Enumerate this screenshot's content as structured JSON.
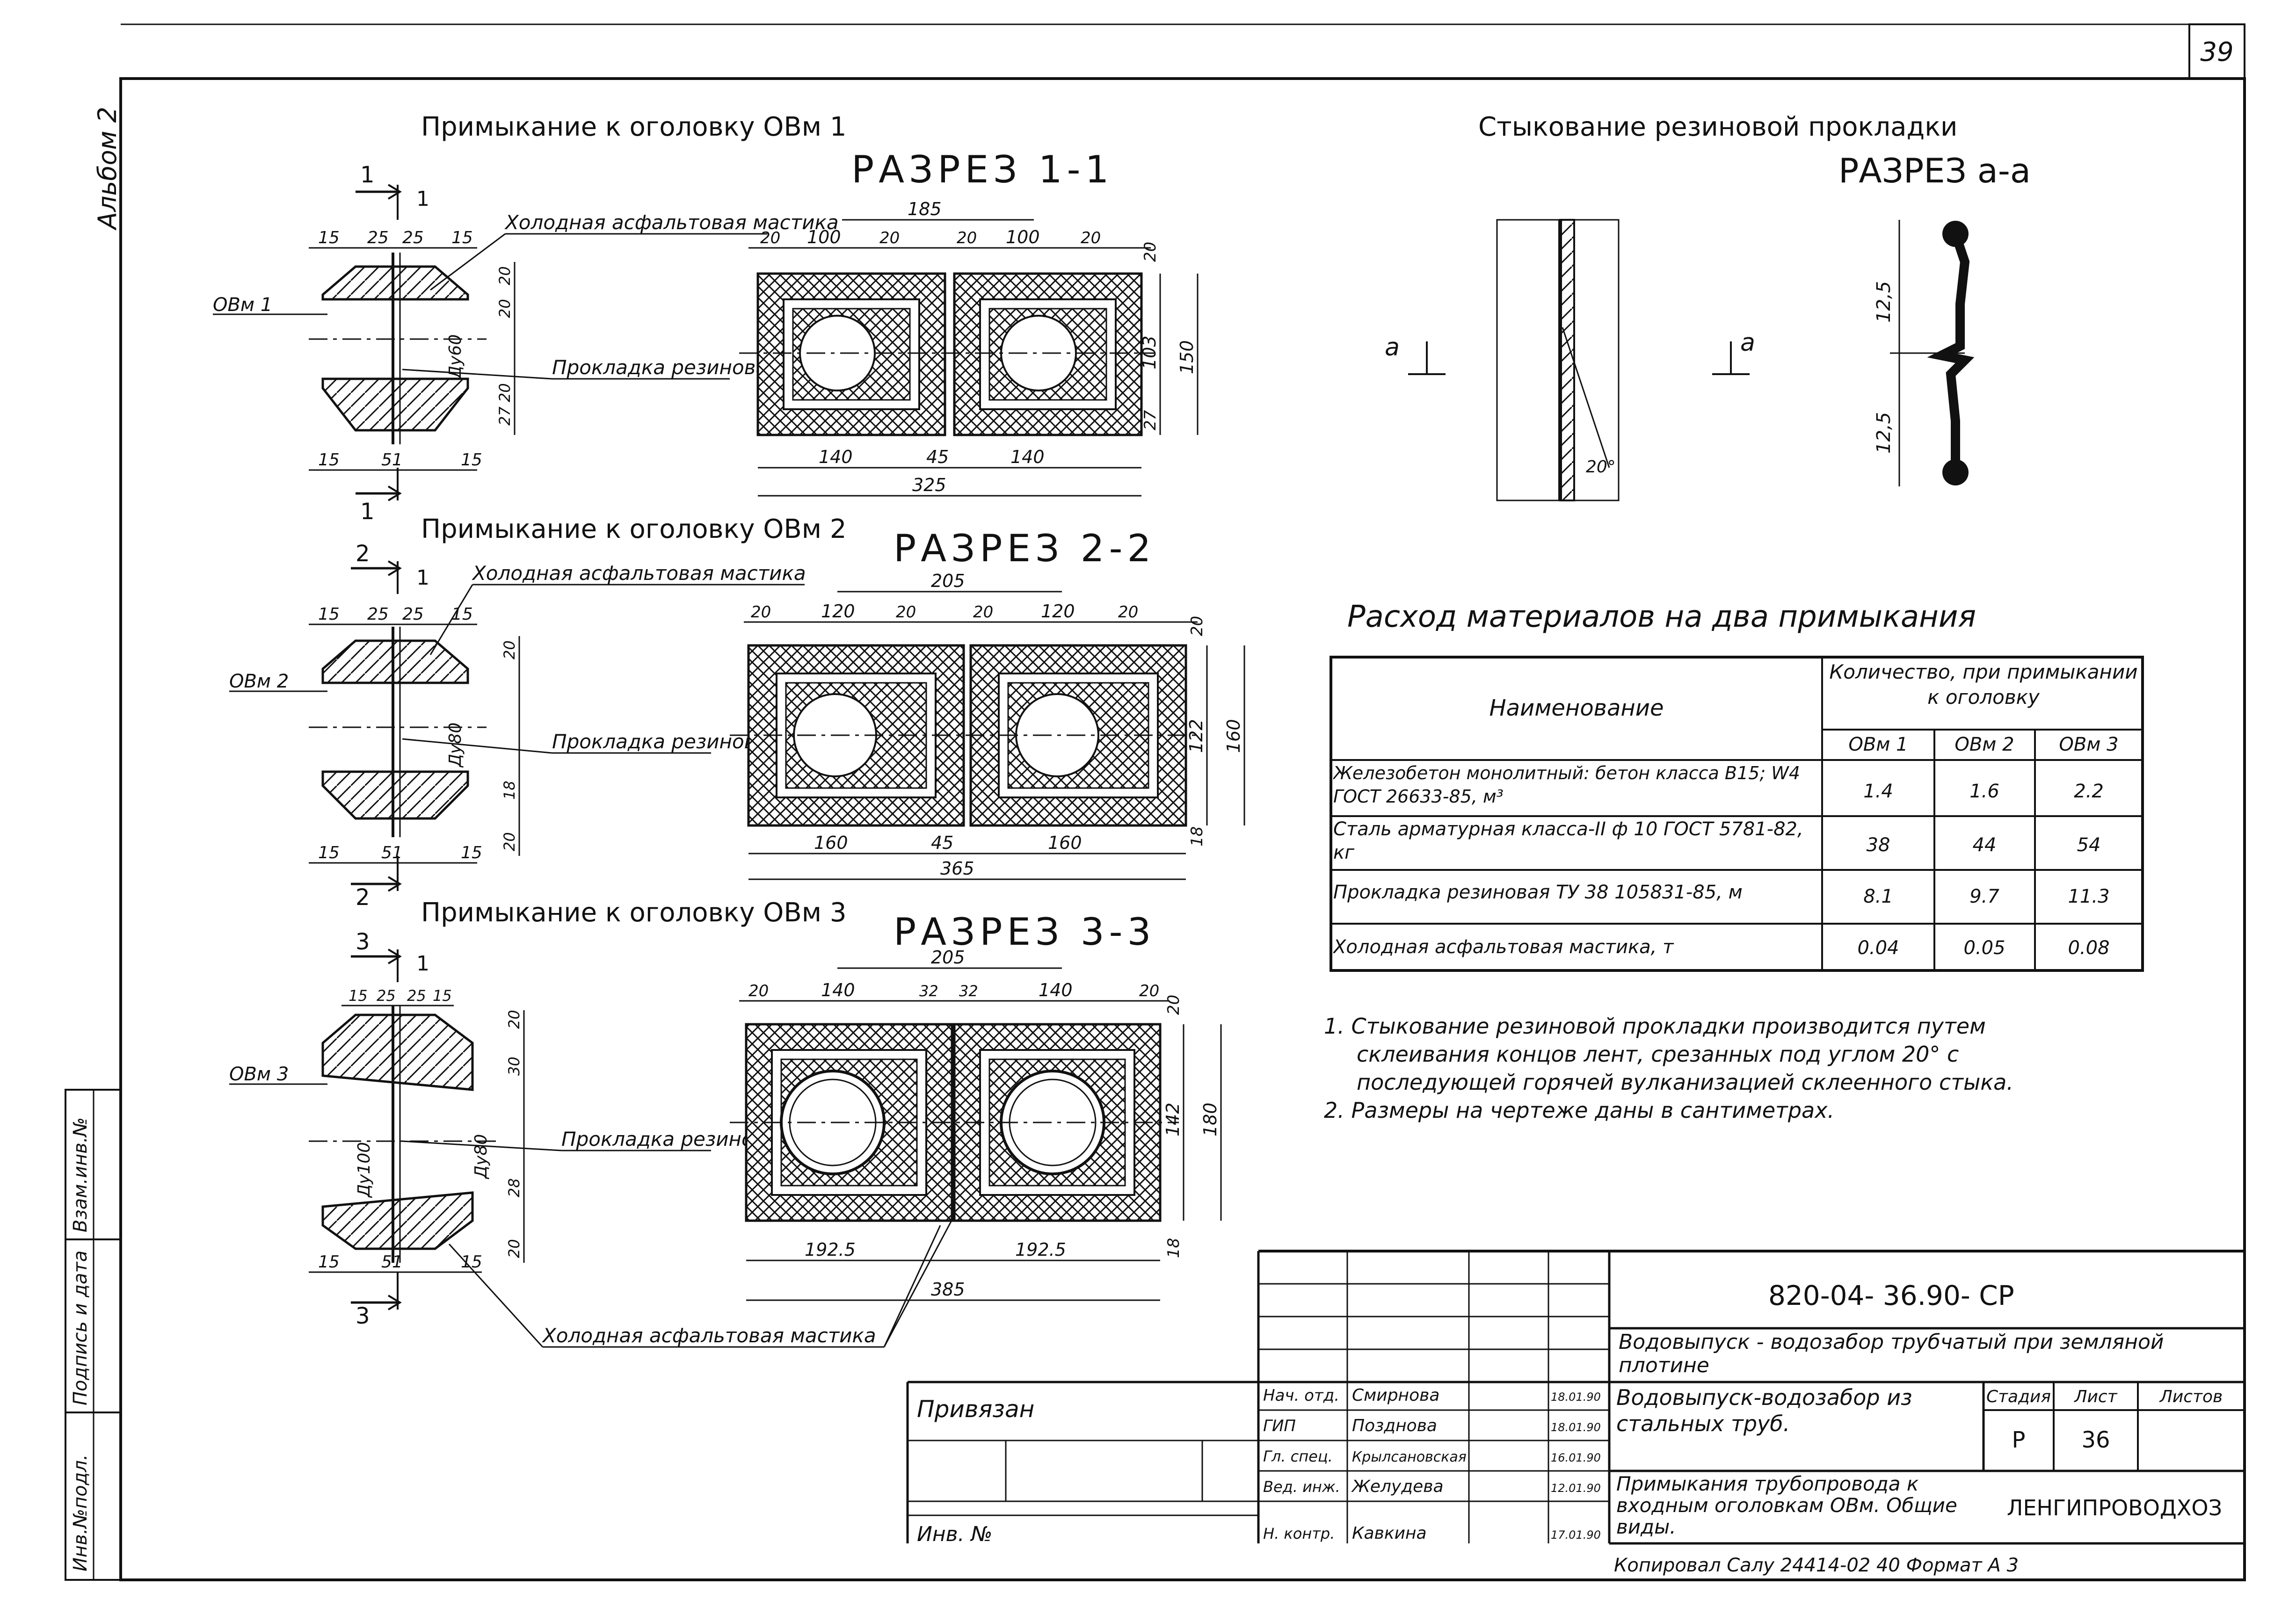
{
  "sheet_no": "39",
  "left_margin": {
    "album": "Альбом 2",
    "inv_podl": "Инв.№подл.",
    "podpis_data": "Подпись и дата",
    "vzam_inv": "Взам.инв.№"
  },
  "section1": {
    "title": "Примыкание к оголовку ОВм 1",
    "cut_title": "РАЗРЕЗ 1-1",
    "cut_mark": "1",
    "item": "1",
    "label_head": "ОВм 1",
    "label_mastic": "Холодная асфальтовая мастика",
    "label_gasket": "Прокладка резиновая",
    "pipe": "Ду60",
    "dims_left_top": [
      "15",
      "25",
      "25",
      "15"
    ],
    "dims_left_bottom": [
      "15",
      "51",
      "15"
    ],
    "dims_left_side": [
      "20",
      "20",
      "20",
      "27"
    ],
    "dims_top": [
      "185",
      "100",
      "20",
      "20",
      "20",
      "100",
      "20"
    ],
    "dims_bottom": [
      "140",
      "45",
      "140",
      "325"
    ],
    "dims_right": [
      "20",
      "103",
      "27",
      "150"
    ]
  },
  "section2": {
    "title": "Примыкание к оголовку ОВм 2",
    "cut_title": "РАЗРЕЗ 2-2",
    "cut_mark": "2",
    "item": "1",
    "label_head": "ОВм 2",
    "label_mastic": "Холодная асфальтовая мастика",
    "label_gasket": "Прокладка резиновая",
    "pipe": "Ду80",
    "dims_left_top": [
      "15",
      "25",
      "25",
      "15"
    ],
    "dims_left_bottom": [
      "15",
      "51",
      "15"
    ],
    "dims_left_side": [
      "20",
      "18",
      "20"
    ],
    "dims_top": [
      "205",
      "20",
      "120",
      "20",
      "20",
      "120",
      "20"
    ],
    "dims_bottom": [
      "160",
      "45",
      "160",
      "365"
    ],
    "dims_right": [
      "20",
      "122",
      "18",
      "160"
    ]
  },
  "section3": {
    "title": "Примыкание к оголовку ОВм 3",
    "cut_title": "РАЗРЕЗ 3-3",
    "cut_mark": "3",
    "item": "1",
    "label_head": "ОВм 3",
    "label_mastic": "Холодная асфальтовая мастика",
    "label_gasket": "Прокладка резиновая",
    "pipe_outer": "Ду100",
    "pipe_inner": "Ду80",
    "dims_left_top": [
      "15",
      "25",
      "25",
      "15"
    ],
    "dims_left_bottom": [
      "15",
      "51",
      "15"
    ],
    "dims_left_side": [
      "20",
      "30",
      "28",
      "20"
    ],
    "dims_top": [
      "205",
      "20",
      "140",
      "32",
      "32",
      "140",
      "20"
    ],
    "dims_bottom": [
      "192.5",
      "192.5",
      "385"
    ],
    "dims_right": [
      "20",
      "142",
      "18",
      "180"
    ]
  },
  "gasket": {
    "title": "Стыкование резиновой прокладки",
    "cut_title": "РАЗРЕЗ а-а",
    "mark": "а",
    "angle": "20°",
    "dims": [
      "12,5",
      "12,5"
    ]
  },
  "materials": {
    "title": "Расход материалов на два примыкания",
    "header_name": "Наименование",
    "header_qty": "Количество, при примыкании к оголовку",
    "cols": [
      "ОВм 1",
      "ОВм 2",
      "ОВм 3"
    ],
    "rows": [
      {
        "name": "Железобетон монолитный: бетон класса В15; W4 ГОСТ 26633-85, м³",
        "v": [
          "1.4",
          "1.6",
          "2.2"
        ]
      },
      {
        "name": "Сталь арматурная класса-II ф 10 ГОСТ 5781-82, кг",
        "v": [
          "38",
          "44",
          "54"
        ]
      },
      {
        "name": "Прокладка резиновая ТУ 38 105831-85, м",
        "v": [
          "8.1",
          "9.7",
          "11.3"
        ]
      },
      {
        "name": "Холодная асфальтовая мастика, т",
        "v": [
          "0.04",
          "0.05",
          "0.08"
        ]
      }
    ]
  },
  "notes": [
    "1. Стыкование резиновой прокладки производится путем",
    "склеивания концов лент, срезанных под углом 20° с",
    "последующей горячей вулканизацией склеенного стыка.",
    "2. Размеры на чертеже даны в сантиметрах."
  ],
  "stamp": {
    "code": "820-04- 36.90- СР",
    "project": "Водовыпуск - водозабор трубчатый при земляной плотине",
    "title1": "Водовыпуск-водозабор из стальных труб.",
    "title2": "Примыкания трубопровода к входным оголовкам ОВм. Общие виды.",
    "stadia_h": "Стадия",
    "list_h": "Лист",
    "listov_h": "Листов",
    "stadia": "Р",
    "list": "36",
    "org": "ЛЕНГИПРОВОДХОЗ",
    "privyazan": "Привязан",
    "inv": "Инв. №",
    "people": [
      {
        "role": "Нач. отд.",
        "name": "Смирнова",
        "date": "18.01.90"
      },
      {
        "role": "ГИП",
        "name": "Позднова",
        "date": "18.01.90"
      },
      {
        "role": "Гл. спец.",
        "name": "Крылсановская",
        "date": "16.01.90"
      },
      {
        "role": "Вед. инж.",
        "name": "Желудева",
        "date": "12.01.90"
      },
      {
        "role": "Н. контр.",
        "name": "Кавкина",
        "date": "17.01.90"
      }
    ],
    "bottom": "Копировал   Салу 24414-02 40   Формат А 3"
  }
}
